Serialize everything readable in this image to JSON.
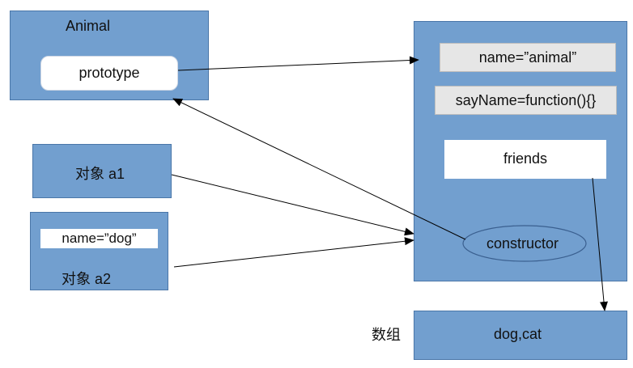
{
  "animal": {
    "title": "Animal",
    "prototype_label": "prototype"
  },
  "obj_a1": {
    "label": "对象 a1"
  },
  "obj_a2": {
    "name_field": "name=”dog”",
    "label": "对象 a2"
  },
  "proto_obj": {
    "name_field": "name=”animal”",
    "say_name_field": "sayName=function(){}",
    "friends_field": "friends",
    "constructor_label": "constructor"
  },
  "array": {
    "caption": "数组",
    "value": "dog,cat"
  },
  "colors": {
    "box_fill": "#729fcf",
    "box_border": "#4a76a8",
    "gray_fill": "#e6e6e6",
    "arrow": "#000000"
  }
}
